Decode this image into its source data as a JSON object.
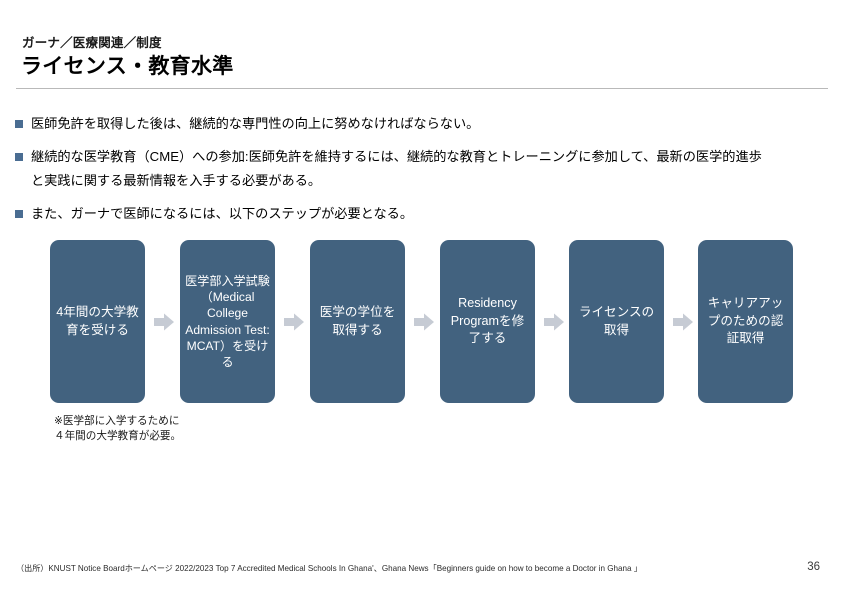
{
  "header": {
    "eyebrow": "ガーナ／医療関連／制度",
    "title": "ライセンス・教育水準"
  },
  "bullets": [
    {
      "marker": "square-bullet",
      "text": "医師免許を取得した後は、継続的な専門性の向上に努めなければならない。",
      "continuation": ""
    },
    {
      "marker": "square-bullet",
      "text": "継続的な医学教育（CME）への参加:医師免許を維持するには、継続的な教育とトレーニングに参加して、最新の医学的進歩",
      "continuation": "と実践に関する最新情報を入手する必要がある。"
    },
    {
      "marker": "square-bullet",
      "text": "また、ガーナで医師になるには、以下のステップが必要となる。",
      "continuation": ""
    }
  ],
  "flow": {
    "steps": [
      {
        "id": "step-1",
        "label": "4年間の大学教育を受ける",
        "size": "normal"
      },
      {
        "id": "step-2",
        "label": "医学部入学試験（Medical College Admission Test: MCAT）を受ける",
        "size": "small"
      },
      {
        "id": "step-3",
        "label": "医学の学位を取得する",
        "size": "normal"
      },
      {
        "id": "step-4",
        "label": "Residency Programを修了する",
        "size": "normal"
      },
      {
        "id": "step-5",
        "label": "ライセンスの取得",
        "size": "normal"
      },
      {
        "id": "step-6",
        "label": "キャリアアップのための認証取得",
        "size": "normal"
      }
    ],
    "arrow_icon": "right-arrow-icon",
    "note": "※医学部に入学するために４年間の大学教育が必要。",
    "box_color": "#42627f",
    "arrow_color": "#c6cbd4"
  },
  "footer": {
    "source": "（出所）KNUST Notice Boardホームページ 2022/2023 Top 7 Accredited Medical Schools In Ghana'、Ghana News「Beginners guide on how to become a Doctor in Ghana 」",
    "page_number": "36"
  },
  "theme": {
    "bullet_color": "#4a6d92",
    "rule_color": "#b9b9b9",
    "text_color": "#000000"
  }
}
